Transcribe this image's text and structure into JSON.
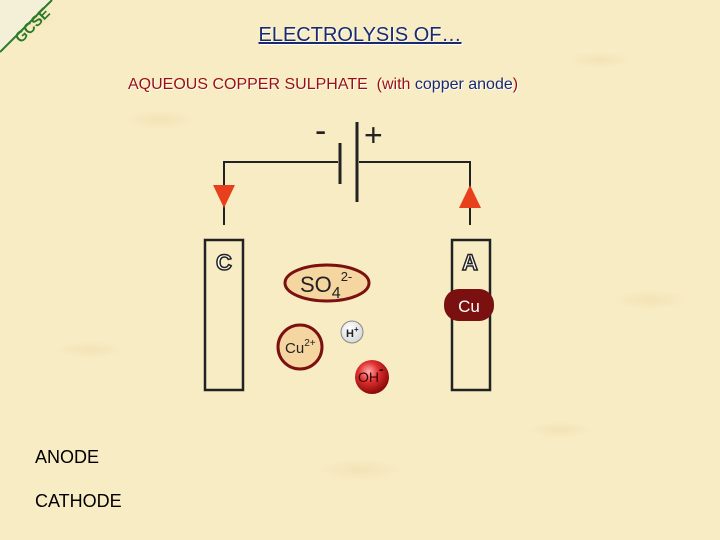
{
  "logo": {
    "text": "GCSE"
  },
  "title": "ELECTROLYSIS OF…",
  "subtitle": {
    "main": "AQUEOUS COPPER SULPHATE",
    "open": "(with ",
    "detail": "copper anode",
    "close": ")"
  },
  "battery": {
    "negative": "-",
    "positive": "+"
  },
  "electrodes": {
    "cathode_letter": "C",
    "anode_letter": "A",
    "anode_material": "Cu"
  },
  "ions": {
    "sulphate": {
      "base": "SO",
      "sub": "4",
      "sup": "2-"
    },
    "copper": {
      "base": "Cu",
      "sup": "2+"
    },
    "hydrogen": {
      "base": "H",
      "sup": "+"
    },
    "hydroxide": {
      "base": "OH",
      "sup": "-"
    }
  },
  "legend": {
    "anode": "ANODE",
    "cathode": "CATHODE"
  },
  "colors": {
    "background": "#f8ecc4",
    "title": "#1a2a6e",
    "subtitle": "#9a1010",
    "arrow": "#e8401c",
    "ion_fill": "#f5d5a0",
    "oh_ion": "#cc1a1a"
  }
}
